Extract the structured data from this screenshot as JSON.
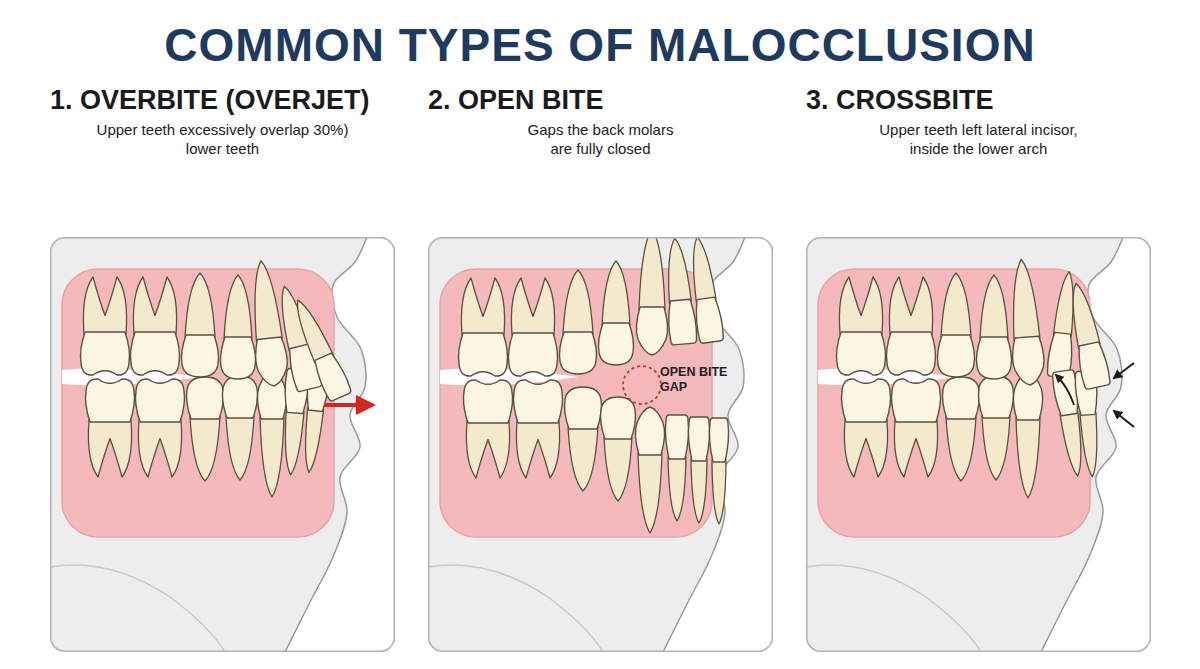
{
  "diagram": {
    "title": "COMMON TYPES OF MALOCCLUSION",
    "nodes": [
      {
        "text": [
          "1. OVERBITE (OVERJET)",
          "Upper teeth excessively overlap 30%) lower teeth"
        ]
      },
      {
        "text": [
          "2. OPEN BITE",
          "Gaps the back molars are fully closed"
        ]
      },
      {
        "text": [
          "3. CROSSBITE",
          "Upper teeth left lateral incisor, inside the lower arch"
        ]
      }
    ],
    "labels": [
      "OPEN BITE GAP"
    ]
  }
}
